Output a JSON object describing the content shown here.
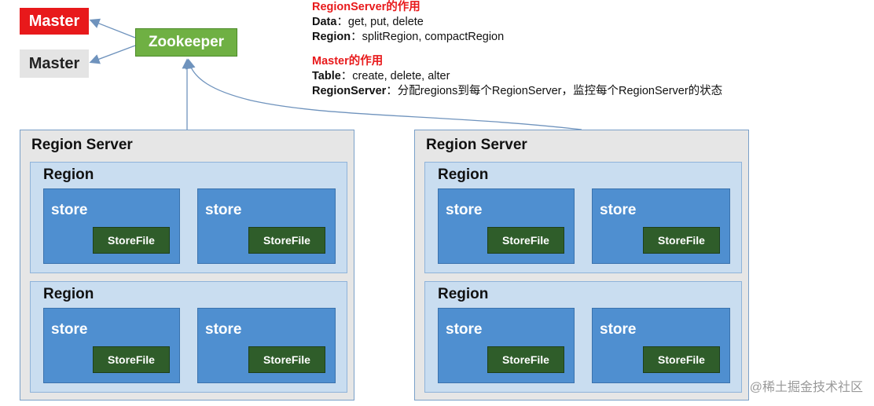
{
  "masters": [
    {
      "label": "Master",
      "state": "active",
      "color": "#e8191b"
    },
    {
      "label": "Master",
      "state": "standby",
      "color": "#e4e4e4"
    }
  ],
  "zookeeper": {
    "label": "Zookeeper",
    "color": "#6fb043"
  },
  "info": {
    "regionserver_heading": "RegionServer的作用",
    "rs_data_key": "Data",
    "rs_data_val": "：get, put, delete",
    "rs_region_key": "Region",
    "rs_region_val": "：splitRegion, compactRegion",
    "master_heading": "Master的作用",
    "m_table_key": "Table",
    "m_table_val": "：create, delete, alter",
    "m_rs_key": "RegionServer",
    "m_rs_val": "：分配regions到每个RegionServer，监控每个RegionServer的状态"
  },
  "region_servers": [
    {
      "title": "Region Server",
      "regions": [
        {
          "title": "Region",
          "stores": [
            {
              "label": "store",
              "storefile": "StoreFile"
            },
            {
              "label": "store",
              "storefile": "StoreFile"
            }
          ]
        },
        {
          "title": "Region",
          "stores": [
            {
              "label": "store",
              "storefile": "StoreFile"
            },
            {
              "label": "store",
              "storefile": "StoreFile"
            }
          ]
        }
      ]
    },
    {
      "title": "Region Server",
      "regions": [
        {
          "title": "Region",
          "stores": [
            {
              "label": "store",
              "storefile": "StoreFile"
            },
            {
              "label": "store",
              "storefile": "StoreFile"
            }
          ]
        },
        {
          "title": "Region",
          "stores": [
            {
              "label": "store",
              "storefile": "StoreFile"
            },
            {
              "label": "store",
              "storefile": "StoreFile"
            }
          ]
        }
      ]
    }
  ],
  "watermark": "@稀土掘金技术社区",
  "colors": {
    "region_server_bg": "#e6e6e6",
    "region_bg": "#c9ddf0",
    "store_bg": "#4f8fd0",
    "storefile_bg": "#2f5d2a",
    "arrow": "#6f93bd"
  }
}
